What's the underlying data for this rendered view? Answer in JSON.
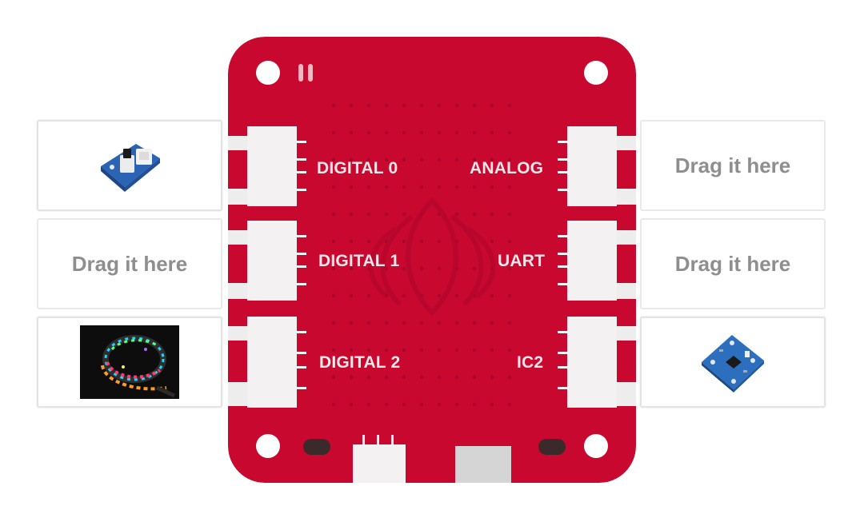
{
  "board": {
    "color": "#c8082f",
    "ports_left": [
      {
        "id": "digital0",
        "label": "DIGITAL 0"
      },
      {
        "id": "digital1",
        "label": "DIGITAL 1"
      },
      {
        "id": "digital2",
        "label": "DIGITAL 2"
      }
    ],
    "ports_right": [
      {
        "id": "analog",
        "label": "ANALOG"
      },
      {
        "id": "uart",
        "label": "UART"
      },
      {
        "id": "i2c",
        "label": "IC2"
      }
    ]
  },
  "slots": {
    "digital0": {
      "state": "filled",
      "module": "button-module-icon"
    },
    "digital1": {
      "state": "empty",
      "text": "Drag it here"
    },
    "digital2": {
      "state": "filled",
      "module": "led-strip-icon"
    },
    "analog": {
      "state": "empty",
      "text": "Drag it here"
    },
    "uart": {
      "state": "empty",
      "text": "Drag it here"
    },
    "i2c": {
      "state": "filled",
      "module": "sensor-module-icon"
    }
  }
}
